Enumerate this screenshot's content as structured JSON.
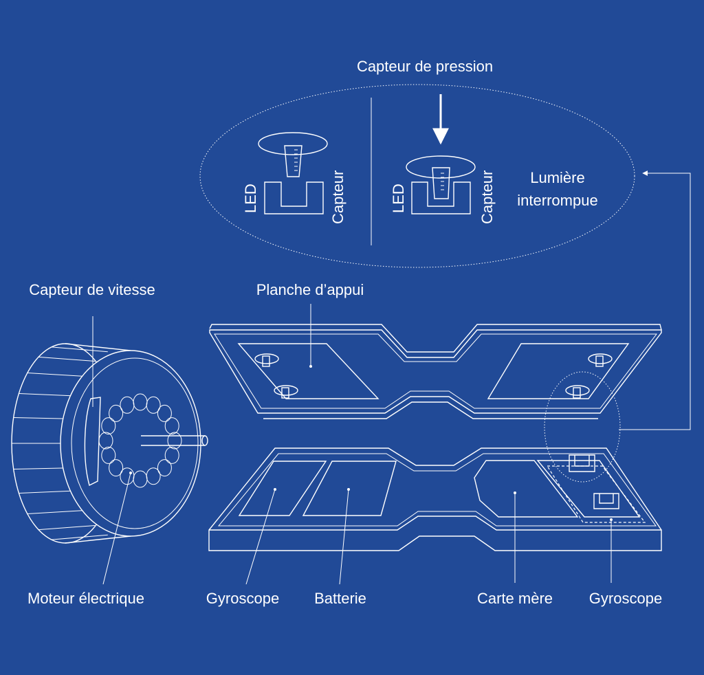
{
  "colors": {
    "background": "#214a97",
    "line": "#ffffff"
  },
  "labels": {
    "pressure_sensor": "Capteur de pression",
    "led_left": "LED",
    "sensor_left": "Capteur",
    "led_right": "LED",
    "sensor_right": "Capteur",
    "light_interrupted_line1": "Lumière",
    "light_interrupted_line2": "interrompue",
    "speed_sensor": "Capteur de vitesse",
    "footboard": "Planche d’appui",
    "electric_motor": "Moteur électrique",
    "gyroscope_left": "Gyroscope",
    "battery": "Batterie",
    "motherboard": "Carte mère",
    "gyroscope_right": "Gyroscope"
  }
}
